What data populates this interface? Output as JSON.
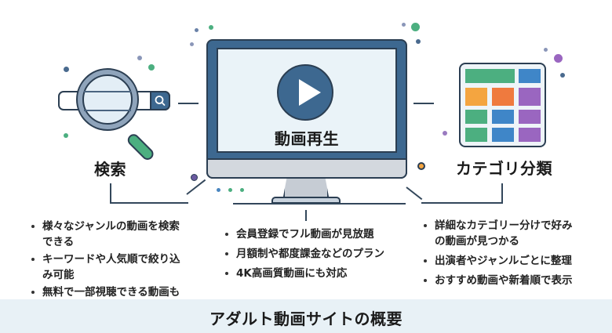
{
  "sections": {
    "search": {
      "title": "検索",
      "bullets": [
        "様々なジャンルの動画を検索できる",
        "キーワードや人気順で絞り込み可能",
        "無料で一部視聴できる動画も"
      ]
    },
    "playback": {
      "title": "動画再生",
      "bullets": [
        "会員登録でフル動画が見放題",
        "月額制や都度課金などのプラン",
        "4K高画質動画にも対応"
      ]
    },
    "category": {
      "title": "カテゴリ分類",
      "bullets": [
        "詳細なカテゴリー分けで好みの動画が見つかる",
        "出演者やジャンルごとに整理",
        "おすすめ動画や新着順で表示"
      ]
    }
  },
  "footer": {
    "title": "アダルト動画サイトの概要"
  },
  "colors": {
    "primary_blue": "#3d6890",
    "outline": "#2b3e52",
    "screen_bg": "#eaf3f8",
    "green": "#4caf80",
    "orange": "#f4a540",
    "red_orange": "#ef7a3e",
    "purple": "#9a66c0",
    "cell_blue": "#3f86c8",
    "footer_bg": "#e8f1f6"
  },
  "icons": {
    "search": "magnifier-icon",
    "playback": "play-icon",
    "category": "grid-icon"
  }
}
